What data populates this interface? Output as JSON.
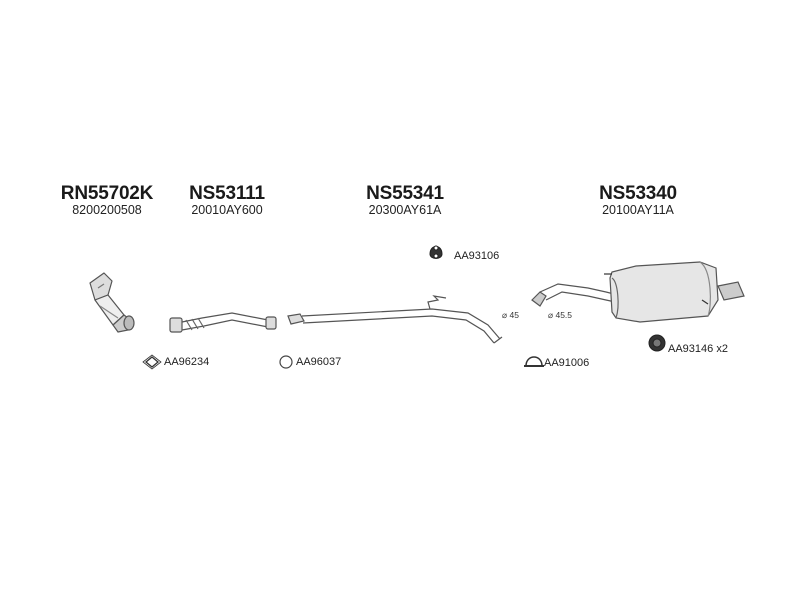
{
  "parts": [
    {
      "code": "RN55702K",
      "oe": "8200200508"
    },
    {
      "code": "NS53111",
      "oe": "20010AY600"
    },
    {
      "code": "NS55341",
      "oe": "20300AY61A"
    },
    {
      "code": "NS53340",
      "oe": "20100AY11A"
    }
  ],
  "accessories": {
    "a1": "AA96234",
    "a2": "AA96037",
    "a3": "AA93106",
    "a4": "AA91006",
    "a5": "AA93146 x2"
  },
  "diameters": {
    "d1": "⌀ 45",
    "d2": "⌀ 45.5"
  },
  "icons": {
    "catalytic": "catalytic-converter-icon",
    "front_pipe": "front-pipe-icon",
    "middle_pipe": "middle-pipe-icon",
    "rear_silencer": "rear-silencer-icon",
    "gasket_oval": "oval-gasket-icon",
    "gasket_ring": "ring-gasket-icon",
    "rubber_mount": "rubber-mount-icon",
    "clamp": "clamp-icon",
    "rubber_ring": "rubber-ring-icon"
  },
  "colors": {
    "line": "#555555",
    "dark": "#222222"
  }
}
